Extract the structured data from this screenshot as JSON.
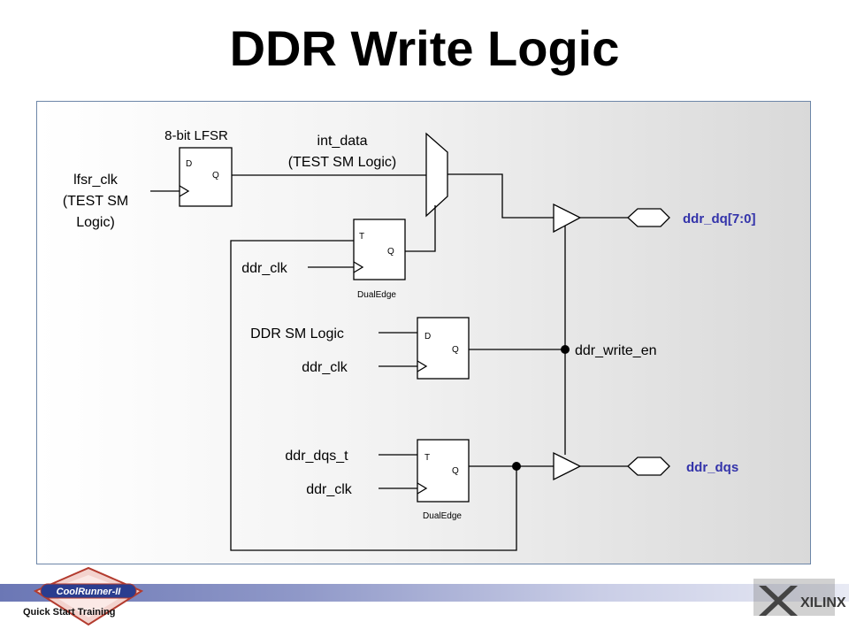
{
  "title": "DDR Write Logic",
  "footer": {
    "training": "Quick Start Training",
    "coolrunner_logo": "CoolRunner-II",
    "xilinx_logo": "XILINX"
  },
  "diagram": {
    "lfsr": {
      "caption": "8-bit LFSR",
      "pin_d": "D",
      "pin_q": "Q",
      "clock_label_1": "lfsr_clk",
      "clock_label_2": "(TEST SM",
      "clock_label_3": "Logic)"
    },
    "int_data": {
      "line1": "int_data",
      "line2": "(TEST SM Logic)"
    },
    "ff1": {
      "pin_t": "T",
      "pin_q": "Q",
      "type": "DualEdge",
      "clock": "ddr_clk"
    },
    "ff2": {
      "pin_d": "D",
      "pin_q": "Q",
      "input": "DDR SM Logic",
      "clock": "ddr_clk"
    },
    "ff3": {
      "pin_t": "T",
      "pin_q": "Q",
      "type": "DualEdge",
      "input": "ddr_dqs_t",
      "clock": "ddr_clk"
    },
    "write_en": "ddr_write_en",
    "out_dq": "ddr_dq[7:0]",
    "out_dqs": "ddr_dqs",
    "colors": {
      "output_label": "#3333aa",
      "panel_border": "#6d86a8",
      "line": "#000000"
    }
  }
}
